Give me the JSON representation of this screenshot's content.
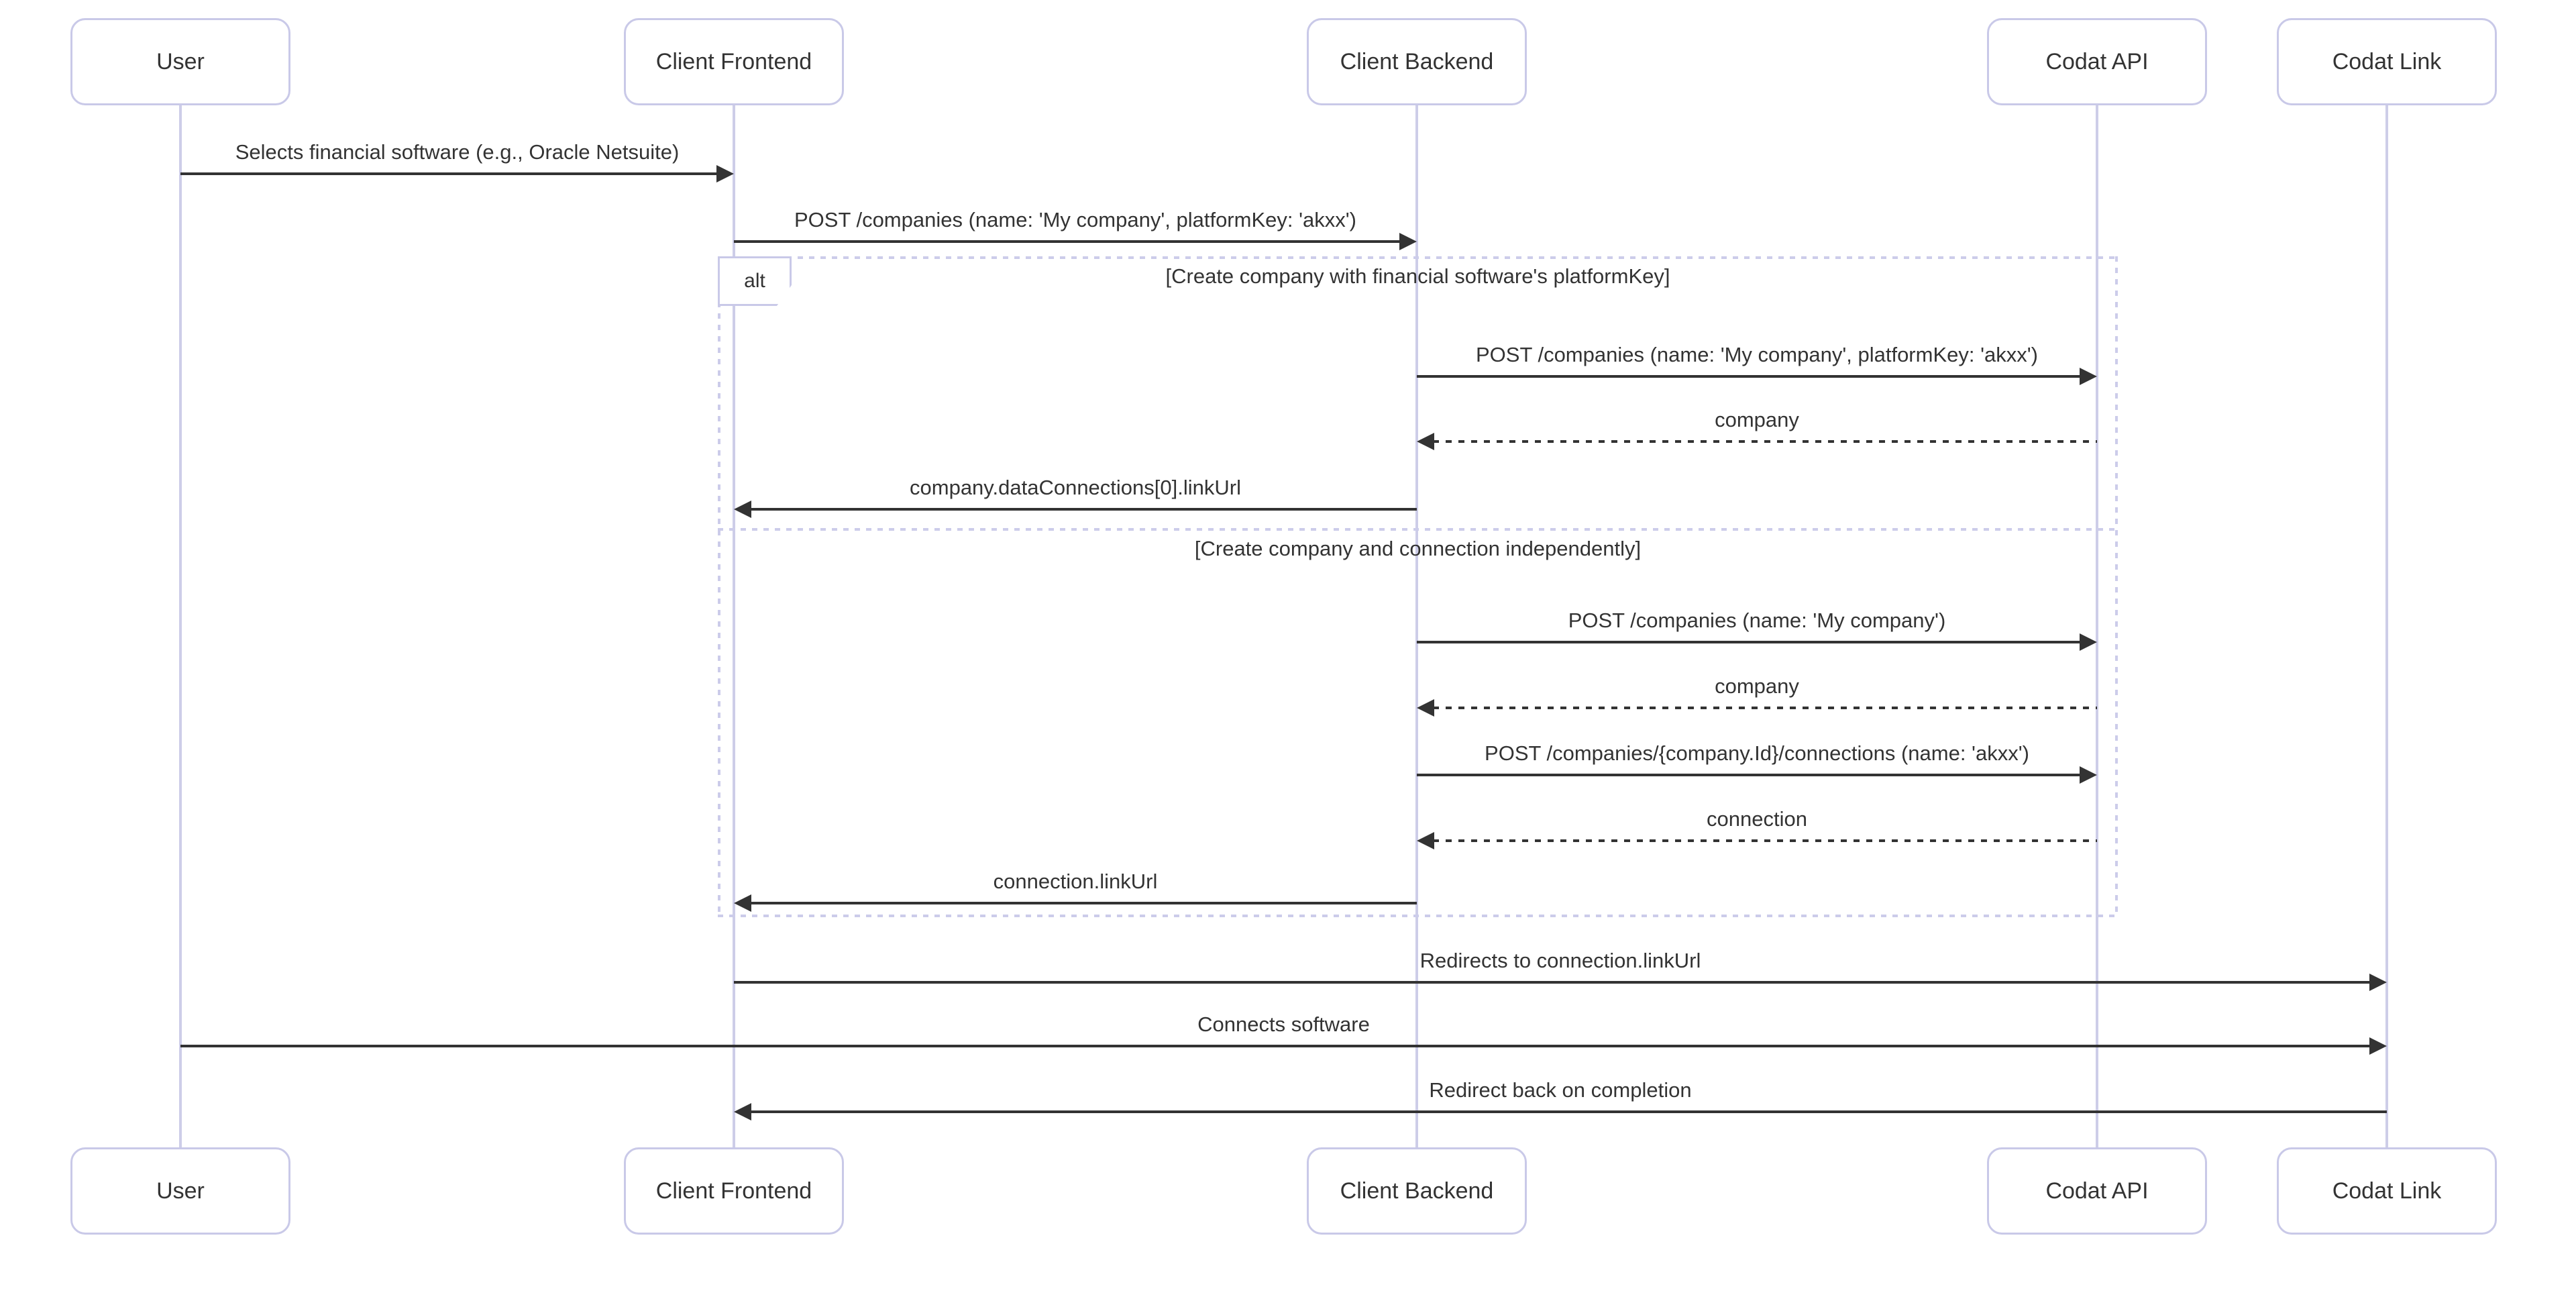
{
  "diagram_type": "sequence-diagram",
  "colors": {
    "background": "#ffffff",
    "actor_border": "#c9c9e8",
    "lifeline": "#cdcde8",
    "frame_border": "#ccccea",
    "arrow": "#333333",
    "text": "#333333"
  },
  "actors": [
    {
      "name": "User"
    },
    {
      "name": "Client Frontend"
    },
    {
      "name": "Client Backend"
    },
    {
      "name": "Codat API"
    },
    {
      "name": "Codat Link"
    }
  ],
  "alt_block": {
    "label": "alt",
    "conditions": [
      {
        "text": "[Create company with financial software's platformKey]"
      },
      {
        "text": "[Create company and connection independently]"
      }
    ]
  },
  "messages": [
    {
      "from": "User",
      "to": "Client Frontend",
      "label": "Selects financial software (e.g., Oracle Netsuite)",
      "line": "solid"
    },
    {
      "from": "Client Frontend",
      "to": "Client Backend",
      "label": "POST /companies (name: 'My company', platformKey: 'akxx')",
      "line": "solid"
    },
    {
      "from": "Client Backend",
      "to": "Codat API",
      "label": "POST /companies (name: 'My company', platformKey: 'akxx')",
      "line": "solid"
    },
    {
      "from": "Codat API",
      "to": "Client Backend",
      "label": "company",
      "line": "dashed"
    },
    {
      "from": "Client Backend",
      "to": "Client Frontend",
      "label": "company.dataConnections[0].linkUrl",
      "line": "solid"
    },
    {
      "from": "Client Backend",
      "to": "Codat API",
      "label": "POST /companies (name: 'My company')",
      "line": "solid"
    },
    {
      "from": "Codat API",
      "to": "Client Backend",
      "label": "company",
      "line": "dashed"
    },
    {
      "from": "Client Backend",
      "to": "Codat API",
      "label": "POST /companies/{company.Id}/connections (name: 'akxx')",
      "line": "solid"
    },
    {
      "from": "Codat API",
      "to": "Client Backend",
      "label": "connection",
      "line": "dashed"
    },
    {
      "from": "Client Backend",
      "to": "Client Frontend",
      "label": "connection.linkUrl",
      "line": "solid"
    },
    {
      "from": "Client Frontend",
      "to": "Codat Link",
      "label": "Redirects to connection.linkUrl",
      "line": "solid"
    },
    {
      "from": "User",
      "to": "Codat Link",
      "label": "Connects software",
      "line": "solid"
    },
    {
      "from": "Codat Link",
      "to": "Client Frontend",
      "label": "Redirect back on completion",
      "line": "solid"
    }
  ]
}
